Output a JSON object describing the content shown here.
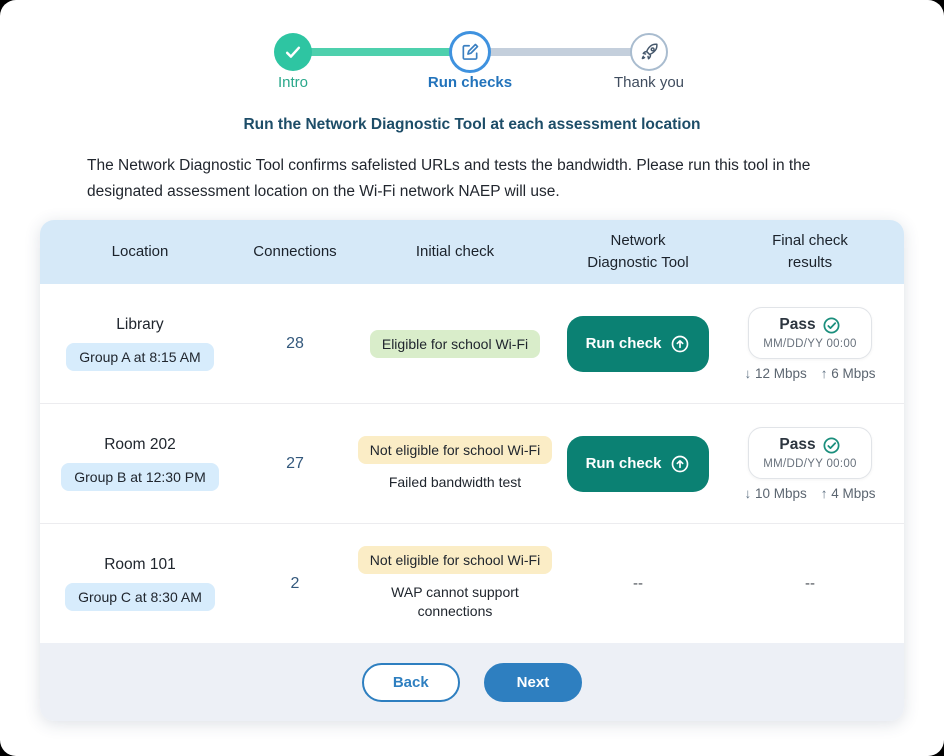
{
  "stepper": {
    "steps": [
      {
        "label": "Intro",
        "state": "complete",
        "icon": "check-icon"
      },
      {
        "label": "Run checks",
        "state": "active",
        "icon": "edit-icon"
      },
      {
        "label": "Thank you",
        "state": "upcoming",
        "icon": "rocket-icon"
      }
    ]
  },
  "page": {
    "title": "Run the Network Diagnostic Tool at each assessment location",
    "description": "The Network Diagnostic Tool confirms safelisted URLs and tests the bandwidth. Please run this tool in the designated assessment location on the Wi-Fi network NAEP will use."
  },
  "table": {
    "columns": [
      "Location",
      "Connections",
      "Initial check",
      "Network Diagnostic Tool",
      "Final check results"
    ],
    "rows": [
      {
        "location": "Library",
        "group": "Group A at 8:15 AM",
        "connections": "28",
        "initial_check": {
          "badge": "Eligible for school Wi-Fi",
          "badge_type": "eligible",
          "note": ""
        },
        "tool": {
          "type": "button",
          "label": "Run check",
          "icon": "arrow-up-circle-icon"
        },
        "final": {
          "type": "result",
          "status": "Pass",
          "icon": "check-circle-icon",
          "timestamp": "MM/DD/YY 00:00",
          "download": "12 Mbps",
          "upload": "6 Mbps"
        }
      },
      {
        "location": "Room 202",
        "group": "Group B at 12:30 PM",
        "connections": "27",
        "initial_check": {
          "badge": "Not eligible for school Wi-Fi",
          "badge_type": "not-eligible",
          "note": "Failed bandwidth test"
        },
        "tool": {
          "type": "button",
          "label": "Run check",
          "icon": "arrow-up-circle-icon"
        },
        "final": {
          "type": "result",
          "status": "Pass",
          "icon": "check-circle-icon",
          "timestamp": "MM/DD/YY 00:00",
          "download": "10 Mbps",
          "upload": "4 Mbps"
        }
      },
      {
        "location": "Room 101",
        "group": "Group C at 8:30 AM",
        "connections": "2",
        "initial_check": {
          "badge": "Not eligible for school Wi-Fi",
          "badge_type": "not-eligible",
          "note": "WAP cannot support connections"
        },
        "tool": {
          "type": "empty",
          "label": "--"
        },
        "final": {
          "type": "empty",
          "label": "--"
        }
      }
    ]
  },
  "footer": {
    "back_label": "Back",
    "next_label": "Next"
  },
  "colors": {
    "accent_blue": "#2e7fc0",
    "title_navy": "#1d4d68",
    "stepper_complete_green": "#2ec5a2",
    "stepper_done_connector": "#4ed0ad",
    "stepper_todo_connector": "#c4cfdc",
    "stepper_active_ring": "#3f92df",
    "table_header_bg": "#d6e9f8",
    "group_pill_bg": "#d7ecfc",
    "eligible_badge_bg": "#d9edca",
    "not_eligible_badge_bg": "#fbedc6",
    "run_check_teal": "#0b8173",
    "pass_check_teal": "#1b8f7d",
    "footer_bg": "#edf0f6"
  }
}
